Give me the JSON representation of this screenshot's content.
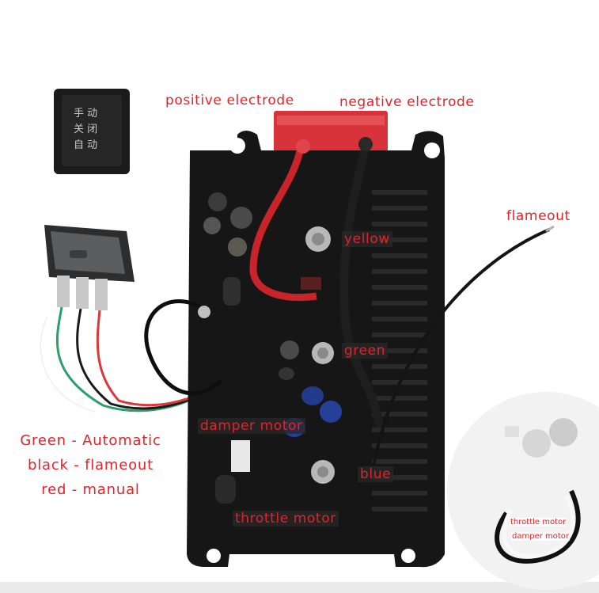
{
  "labels": {
    "positive_electrode": "positive electrode",
    "negative_electrode": "negative electrode",
    "flameout": "flameout",
    "yellow": "yellow",
    "green": "green",
    "damper_motor": "damper motor",
    "blue": "blue",
    "throttle_motor": "throttle motor"
  },
  "legend": {
    "line1": "Green - Automatic",
    "line2": "black - flameout",
    "line3": "red - manual"
  },
  "inset": {
    "throttle_motor": "throttle motor",
    "damper_motor": "damper motor"
  },
  "switch_face": {
    "row1": "手 动",
    "row2": "关 闭",
    "row3": "自 动"
  },
  "colors": {
    "label_red": "#e2232a"
  }
}
